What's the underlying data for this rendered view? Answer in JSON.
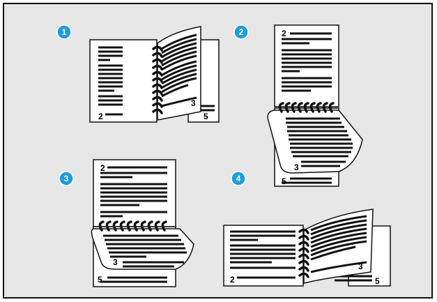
{
  "colors": {
    "background": "#e7e7e7",
    "badge": "#1e9be0",
    "ink": "#111111",
    "paper": "#ffffff"
  },
  "options": [
    {
      "badge": "1",
      "layout": "left-edge binding, pages turn sideways",
      "pages": {
        "left": "2",
        "turned": "3",
        "under": "5"
      }
    },
    {
      "badge": "2",
      "layout": "top-edge binding, pages flip up",
      "pages": {
        "top": "2",
        "turned": "3",
        "under": "5"
      }
    },
    {
      "badge": "3",
      "layout": "top-edge binding, pages flip up",
      "pages": {
        "top": "2",
        "turned": "3",
        "under": "5"
      }
    },
    {
      "badge": "4",
      "layout": "left-edge binding, landscape pages",
      "pages": {
        "left": "2",
        "turned": "3",
        "under": "5"
      }
    }
  ]
}
